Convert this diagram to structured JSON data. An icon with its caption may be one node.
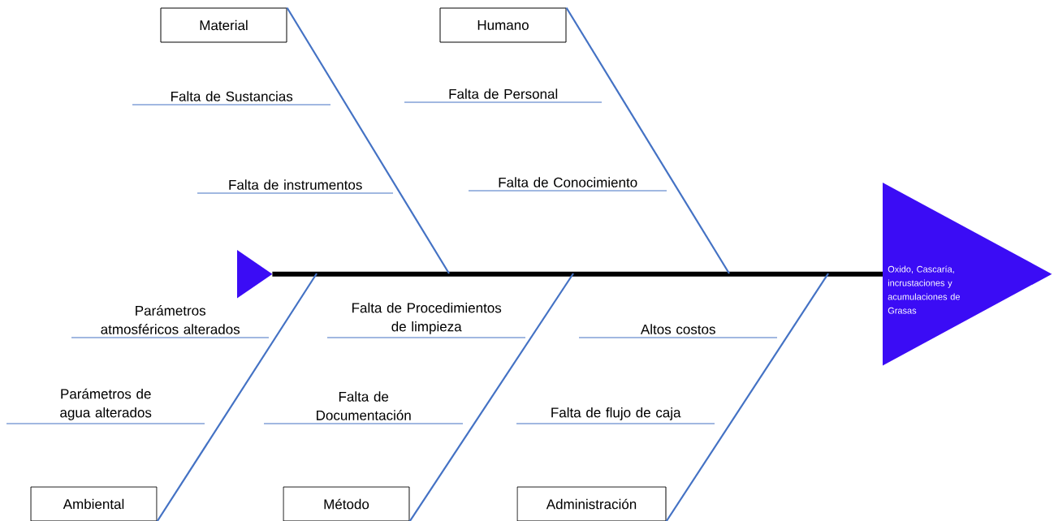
{
  "diagram": {
    "nodes": [
      {
        "text": [
          "Material"
        ]
      },
      {
        "text": [
          "Humano"
        ]
      },
      {
        "text": [
          "Falta de Sustancias"
        ]
      },
      {
        "text": [
          "Falta de Personal"
        ]
      },
      {
        "text": [
          "Falta de instrumentos"
        ]
      },
      {
        "text": [
          "Falta de Conocimiento"
        ]
      },
      {
        "text": [],
        "shape": "triangle"
      },
      {
        "text": [
          "Oxido, Cascaría, incrustaciones y acumulaciones de Grasas"
        ]
      },
      {
        "text": [
          "Parámetros atmosféricos alterados"
        ]
      },
      {
        "text": [
          "Falta de Procedimientos de limpieza"
        ]
      },
      {
        "text": [
          "Altos costos"
        ]
      },
      {
        "text": [
          "Parámetros de agua alterados"
        ]
      },
      {
        "text": [
          "Falta de Documentación"
        ]
      },
      {
        "text": [
          "Falta de flujo de caja"
        ]
      },
      {
        "text": [
          "Ambiental"
        ]
      },
      {
        "text": [
          "Método"
        ]
      },
      {
        "text": [
          "Administración"
        ]
      }
    ],
    "edges": [
      {
        "from": 6,
        "to": 7,
        "arrow": "none",
        "style": "thick",
        "color": "#000000"
      },
      {
        "from": 0,
        "to": null,
        "arrow": "none"
      },
      {
        "from": 1,
        "to": null,
        "arrow": "none"
      },
      {
        "from": 14,
        "to": null,
        "arrow": "none"
      },
      {
        "from": 15,
        "to": null,
        "arrow": "none"
      },
      {
        "from": 16,
        "to": null,
        "arrow": "none"
      },
      {
        "from": 2,
        "to": null,
        "arrow": "none"
      },
      {
        "from": 3,
        "to": null,
        "arrow": "none"
      },
      {
        "from": 4,
        "to": null,
        "arrow": "none"
      },
      {
        "from": 5,
        "to": null,
        "arrow": "none"
      },
      {
        "from": 8,
        "to": null,
        "arrow": "none"
      },
      {
        "from": 9,
        "to": null,
        "arrow": "none"
      },
      {
        "from": 10,
        "to": null,
        "arrow": "none"
      },
      {
        "from": 11,
        "to": null,
        "arrow": "none"
      },
      {
        "from": 12,
        "to": null,
        "arrow": "none"
      },
      {
        "from": 13,
        "to": null,
        "arrow": "none"
      }
    ]
  }
}
